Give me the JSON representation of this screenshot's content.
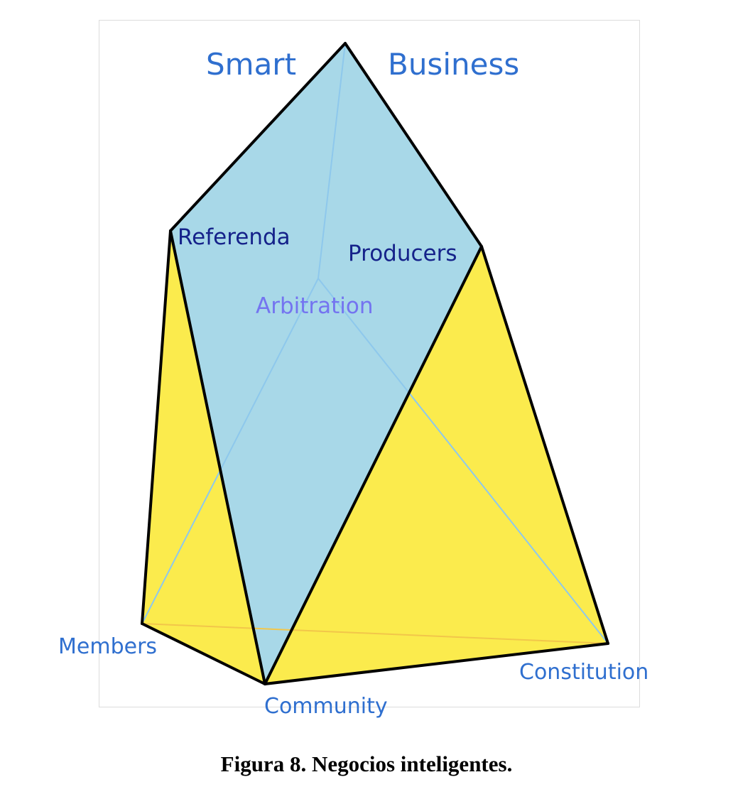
{
  "diagram": {
    "title_left": "Smart",
    "title_right": "Business",
    "vertices": {
      "apex": "",
      "referenda": "Referenda",
      "producers": "Producers",
      "arbitration": "Arbitration",
      "members": "Members",
      "community": "Community",
      "constitution": "Constitution"
    },
    "colors": {
      "top_face": "#a8d8e8",
      "side_faces": "#fbeb4d",
      "edges": "#000000",
      "hidden_edges_top": "#8ec8ec",
      "hidden_edges_base": "#f2c64a",
      "title_text": "#2f6fcf",
      "top_vertex_text": "#15228a",
      "hidden_vertex_text": "#7474f0",
      "base_vertex_text": "#2f6fcf"
    }
  },
  "caption": "Figura 8. Negocios inteligentes."
}
